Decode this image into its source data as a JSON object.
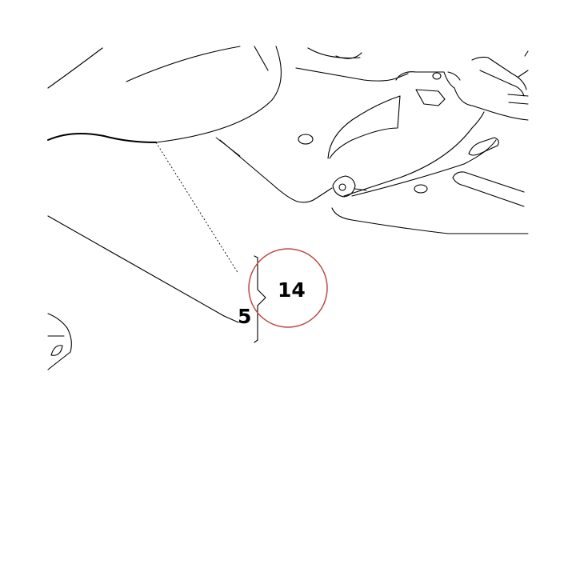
{
  "diagram": {
    "callouts": [
      {
        "id": "part-14",
        "label": "14"
      },
      {
        "id": "part-5",
        "label": "5"
      }
    ],
    "highlight_color": "#c0474a",
    "line_color": "#000000",
    "background": "#ffffff"
  }
}
